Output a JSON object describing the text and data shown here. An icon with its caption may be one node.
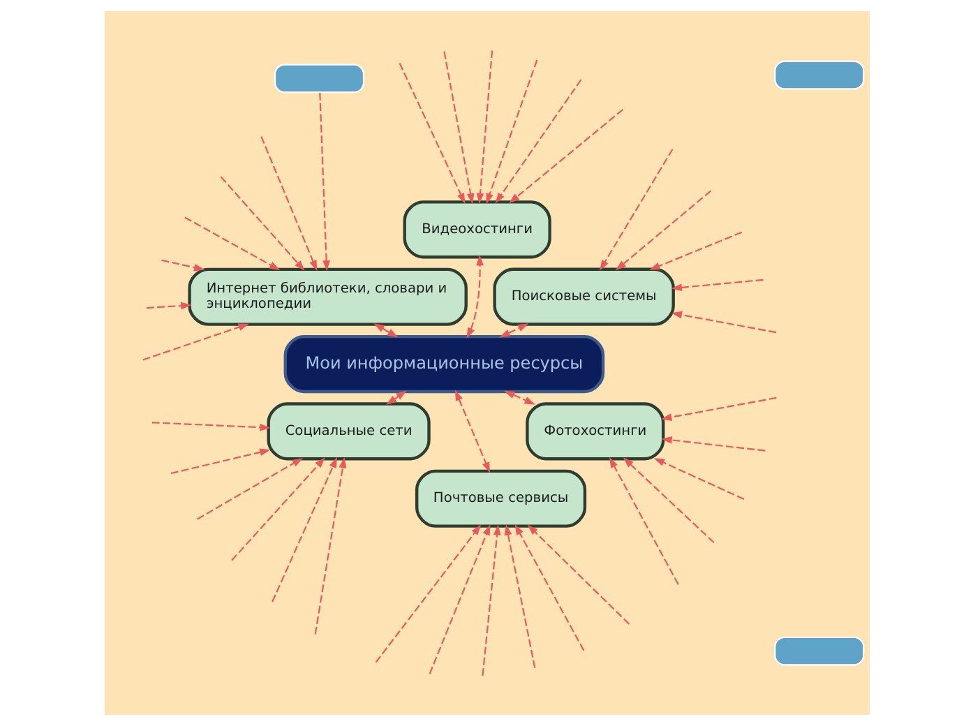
{
  "diagram": {
    "nodes": [
      {
        "text": [
          "Поисковые системы"
        ]
      },
      {
        "text": [
          "Видеохостинги"
        ]
      },
      {
        "text": [
          "Интернет библиотеки, словари и энциклопедии"
        ]
      },
      {
        "text": [
          "Мои информационные ресурсы"
        ]
      },
      {
        "text": [
          "Социальные сети"
        ]
      },
      {
        "text": [
          "Почтовые сервисы"
        ]
      },
      {
        "text": [
          "Фотохостинги"
        ]
      },
      {
        "text": [],
        "shape": "box"
      },
      {
        "text": [],
        "shape": "box"
      },
      {
        "text": [],
        "shape": "box"
      }
    ],
    "edges": [
      {
        "from": 3,
        "to": 0,
        "arrow": "both"
      },
      {
        "from": 3,
        "to": 1,
        "arrow": "both"
      },
      {
        "from": 3,
        "to": 2,
        "arrow": "both"
      },
      {
        "from": 3,
        "to": 4,
        "arrow": "both"
      },
      {
        "from": 3,
        "to": 5,
        "arrow": "both"
      },
      {
        "from": 3,
        "to": 6,
        "arrow": "both"
      },
      {
        "from": null,
        "to": 0,
        "arrow": "to"
      },
      {
        "from": null,
        "to": 0,
        "arrow": "to"
      },
      {
        "from": null,
        "to": 0,
        "arrow": "to"
      },
      {
        "from": null,
        "to": 0,
        "arrow": "to"
      },
      {
        "from": null,
        "to": 0,
        "arrow": "to"
      },
      {
        "from": null,
        "to": 1,
        "arrow": "to"
      },
      {
        "from": null,
        "to": 1,
        "arrow": "to"
      },
      {
        "from": null,
        "to": 1,
        "arrow": "to"
      },
      {
        "from": null,
        "to": 1,
        "arrow": "to"
      },
      {
        "from": null,
        "to": 1,
        "arrow": "to"
      },
      {
        "from": null,
        "to": 1,
        "arrow": "to"
      },
      {
        "from": null,
        "to": 2,
        "arrow": "to"
      },
      {
        "from": null,
        "to": 2,
        "arrow": "to"
      },
      {
        "from": null,
        "to": 2,
        "arrow": "to"
      },
      {
        "from": null,
        "to": 2,
        "arrow": "to"
      },
      {
        "from": 7,
        "to": 2,
        "arrow": "to"
      },
      {
        "from": null,
        "to": 2,
        "arrow": "to"
      },
      {
        "from": null,
        "to": 2,
        "arrow": "to"
      },
      {
        "from": null,
        "to": 4,
        "arrow": "to"
      },
      {
        "from": null,
        "to": 4,
        "arrow": "to"
      },
      {
        "from": null,
        "to": 4,
        "arrow": "to"
      },
      {
        "from": null,
        "to": 4,
        "arrow": "to"
      },
      {
        "from": null,
        "to": 4,
        "arrow": "to"
      },
      {
        "from": null,
        "to": 4,
        "arrow": "to"
      },
      {
        "from": null,
        "to": 5,
        "arrow": "to"
      },
      {
        "from": null,
        "to": 5,
        "arrow": "to"
      },
      {
        "from": null,
        "to": 5,
        "arrow": "to"
      },
      {
        "from": null,
        "to": 5,
        "arrow": "to"
      },
      {
        "from": null,
        "to": 5,
        "arrow": "to"
      },
      {
        "from": null,
        "to": 5,
        "arrow": "to"
      },
      {
        "from": null,
        "to": 6,
        "arrow": "to"
      },
      {
        "from": null,
        "to": 6,
        "arrow": "to"
      },
      {
        "from": null,
        "to": 6,
        "arrow": "to"
      },
      {
        "from": null,
        "to": 6,
        "arrow": "to"
      },
      {
        "from": null,
        "to": 6,
        "arrow": "to"
      }
    ]
  }
}
